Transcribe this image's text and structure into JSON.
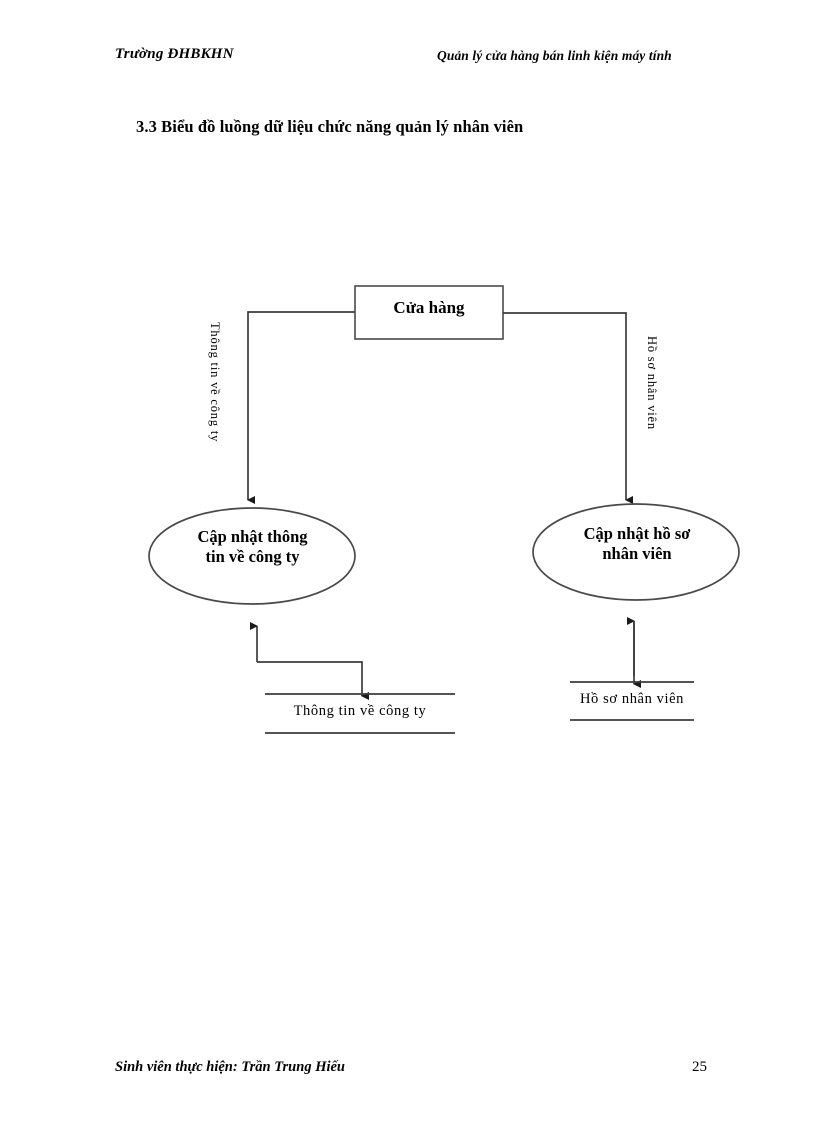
{
  "header": {
    "left": "Trường ĐHBKHN",
    "right": "Quản lý cửa hàng bán linh kiện máy tính"
  },
  "heading": {
    "text": "3.3 Biểu đồ luồng dữ liệu chức năng quản lý nhân viên"
  },
  "diagram": {
    "type": "data-flow-diagram",
    "external_entity": {
      "label": "Cửa hàng"
    },
    "processes": [
      {
        "id": "process-update-company-info",
        "label_line1": "Cập nhật thông",
        "label_line2": "tin về công ty"
      },
      {
        "id": "process-update-employee-record",
        "label_line1": "Cập nhật hồ sơ",
        "label_line2": "nhân viên"
      }
    ],
    "data_stores": [
      {
        "id": "store-company-info",
        "label": "Thông  tin  về công ty"
      },
      {
        "id": "store-employee-record",
        "label": "Hồ sơ nhân  viên"
      }
    ],
    "flows": [
      {
        "id": "flow-company-info",
        "label": "Thông tin về công ty"
      },
      {
        "id": "flow-employee-record",
        "label": "Hồ sơ nhân viên"
      }
    ]
  },
  "footer": {
    "left": "Sinh viên thực hiện: Trần Trung Hiếu",
    "page": "25"
  },
  "colors": {
    "ink": "#000000",
    "line": "#555555",
    "paper": "#ffffff"
  }
}
